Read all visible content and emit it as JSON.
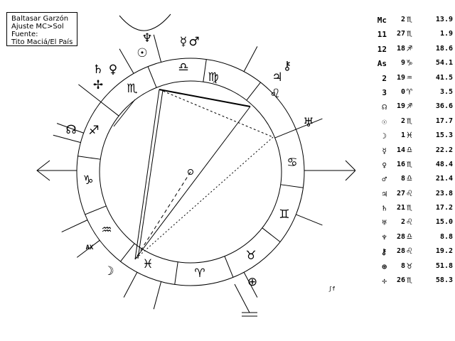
{
  "info": {
    "lines": [
      "Baltasar Garzón",
      "Ajuste MC>Sol",
      "Fuente:",
      "Tito Maciá/El País"
    ]
  },
  "wheel": {
    "signs": [
      "♎",
      "♍",
      "♌",
      "♋",
      "♊",
      "♉",
      "♈",
      "♓",
      "♒",
      "♑",
      "♐",
      "♏"
    ],
    "planets": [
      "☉",
      "♆",
      "☿",
      "♂",
      "♃",
      "⚷",
      "♅",
      "♄",
      "♀",
      "✢",
      "☊",
      "☽",
      "⊕"
    ],
    "ax_label": "AX"
  },
  "signature": "ʃf",
  "table": [
    {
      "label": "Mc",
      "deg": "2",
      "sign": "♏",
      "val": "13.9"
    },
    {
      "label": "11",
      "deg": "27",
      "sign": "♏",
      "val": "1.9"
    },
    {
      "label": "12",
      "deg": "18",
      "sign": "♐",
      "val": "18.6"
    },
    {
      "label": "As",
      "deg": "9",
      "sign": "♑",
      "val": "54.1"
    },
    {
      "label": "2",
      "deg": "19",
      "sign": "♒",
      "val": "41.5"
    },
    {
      "label": "3",
      "deg": "0",
      "sign": "♈",
      "val": "3.5"
    },
    {
      "label": "☊",
      "deg": "19",
      "sign": "♐",
      "val": "36.6"
    },
    {
      "label": "☉",
      "deg": "2",
      "sign": "♏",
      "val": "17.7"
    },
    {
      "label": "☽",
      "deg": "1",
      "sign": "♓",
      "val": "15.3"
    },
    {
      "label": "☿",
      "deg": "14",
      "sign": "♎",
      "val": "22.2"
    },
    {
      "label": "♀",
      "deg": "16",
      "sign": "♏",
      "val": "48.4"
    },
    {
      "label": "♂",
      "deg": "8",
      "sign": "♎",
      "val": "21.4"
    },
    {
      "label": "♃",
      "deg": "27",
      "sign": "♌",
      "val": "23.8"
    },
    {
      "label": "♄",
      "deg": "21",
      "sign": "♏",
      "val": "17.2"
    },
    {
      "label": "♅",
      "deg": "2",
      "sign": "♌",
      "val": "15.0"
    },
    {
      "label": "♆",
      "deg": "28",
      "sign": "♎",
      "val": "8.8"
    },
    {
      "label": "⚷",
      "deg": "28",
      "sign": "♌",
      "val": "19.2"
    },
    {
      "label": "⊕",
      "deg": "8",
      "sign": "♉",
      "val": "51.8"
    },
    {
      "label": "✢",
      "deg": "26",
      "sign": "♏",
      "val": "58.3"
    }
  ]
}
